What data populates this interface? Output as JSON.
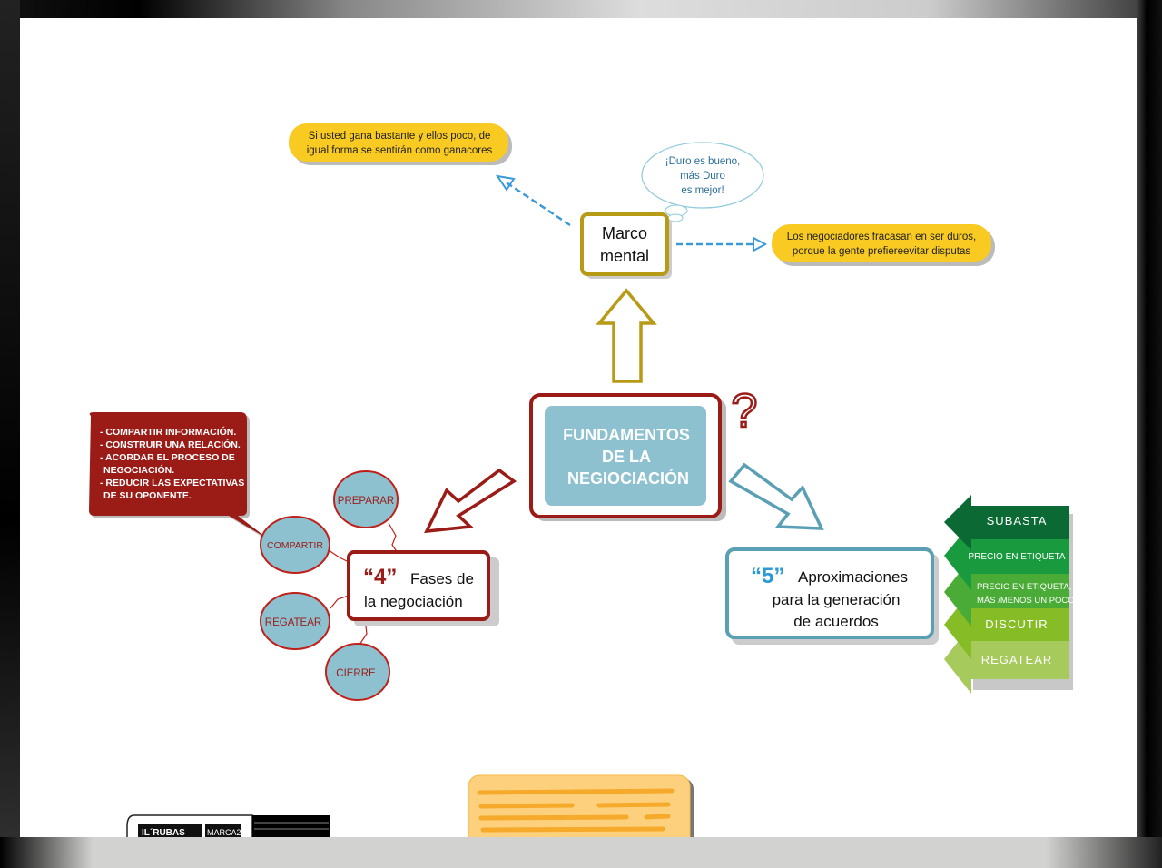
{
  "central": {
    "line1": "FUNDAMENTOS",
    "line2": "DE LA",
    "line3": "NEGIOCIACIÓN",
    "question_mark": "?"
  },
  "marco": {
    "line1": "Marco",
    "line2": "mental"
  },
  "thought_bubble": {
    "line1": "¡Duro es bueno,",
    "line2": "más Duro",
    "line3": "es mejor!"
  },
  "note_left": {
    "line1": "Si usted gana bastante y ellos poco, de",
    "line2": "igual forma se sentirán como ganacores"
  },
  "note_right": {
    "line1": "Los negociadores fracasan en ser duros,",
    "line2": "porque la gente prefiereevitar disputas"
  },
  "fases": {
    "number": "“4”",
    "line1": "Fases de",
    "line2": "la negociación"
  },
  "fases_items": [
    "PREPARAR",
    "COMPARTIR",
    "REGATEAR",
    "CIERRE"
  ],
  "compartir_callout": [
    "- COMPARTIR INFORMACIÓN.",
    "- CONSTRUIR UNA RELACIÓN.",
    "- ACORDAR EL PROCESO DE",
    "  NEGOCIACIÓN.",
    "- REDUCIR LAS EXPECTATIVAS",
    "  DE SU OPONENTE."
  ],
  "aprox": {
    "number": "“5”",
    "line1": "Aproximaciones",
    "line2": "para la generación",
    "line3": "de acuerdos"
  },
  "aprox_items": [
    "SUBASTA",
    "PRECIO EN ETIQUETA",
    "PRECIO EN ETIQUETA,",
    "MÁS /MENOS UN POCO",
    "DISCUTIR",
    "REGATEAR"
  ],
  "marker": {
    "label1": "IL´RUBAS",
    "label2": "MARCA2"
  },
  "colors": {
    "red": "#9b1c17",
    "gold": "#b79a16",
    "teal": "#5b9fb4",
    "yellow": "#f9cb22",
    "orange_note": "#fdd07d"
  }
}
